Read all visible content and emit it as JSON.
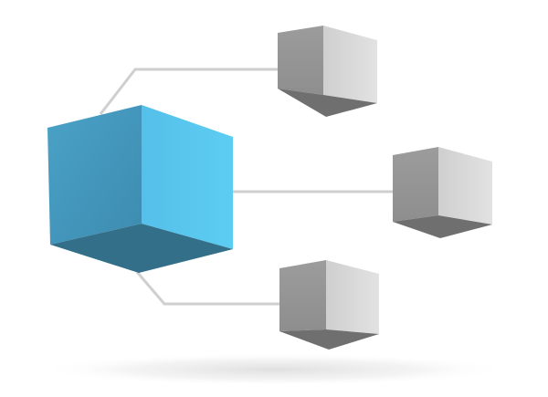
{
  "diagram": {
    "central_node": {
      "name": "central-cube",
      "colors": {
        "front": "#3f90b4",
        "right": "#58c6ee",
        "bottom": "#346f8a",
        "front_highlight": "#4aa2c7"
      }
    },
    "child_nodes": [
      {
        "name": "child-cube-top"
      },
      {
        "name": "child-cube-middle"
      },
      {
        "name": "child-cube-bottom"
      }
    ],
    "child_colors": {
      "front": "#959595",
      "right": "#d9d9d9",
      "bottom": "#6f6f6f"
    },
    "connector_color": "#cfcfcf",
    "shadow_color": "#e6e6e6"
  }
}
